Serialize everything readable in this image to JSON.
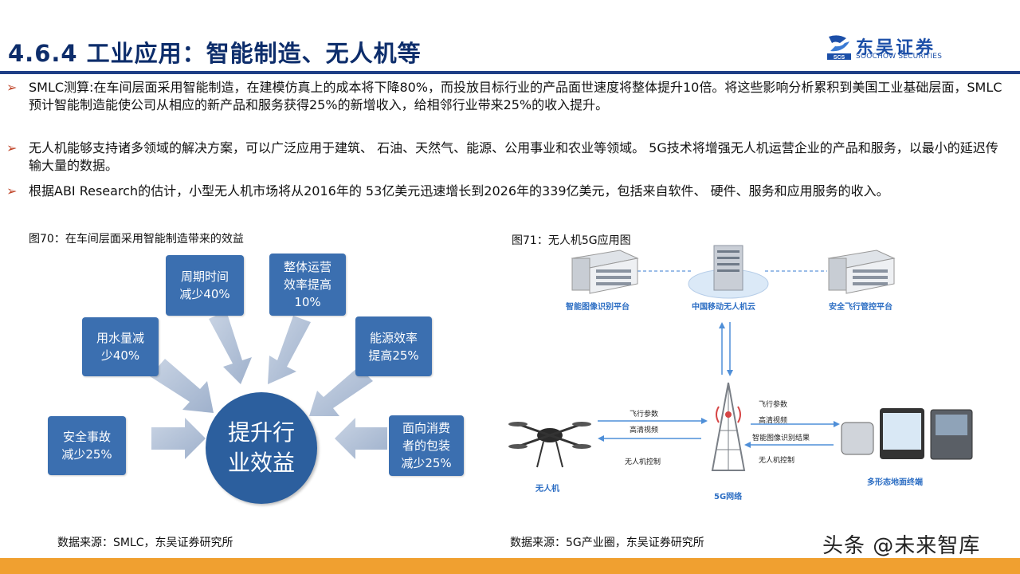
{
  "header": {
    "title": "4.6.4 工业应用：智能制造、无人机等",
    "logo_cn": "东吴证券",
    "logo_en": "SOOCHOW SECURITIES",
    "logo_mark": "SCS"
  },
  "bullets": [
    "SMLC测算:在车间层面采用智能制造，在建模仿真上的成本将下降80%，而投放目标行业的产品面世速度将整体提升10倍。将这些影响分析累积到美国工业基础层面，SMLC预计智能制造能使公司从相应的新产品和服务获得25%的新增收入，给相邻行业带来25%的收入提升。",
    "无人机能够支持诸多领域的解决方案，可以广泛应用于建筑、 石油、天然气、能源、公用事业和农业等领域。 5G技术将增强无人机运营企业的产品和服务，以最小的延迟传输大量的数据。",
    " 根据ABI Research的估计，小型无人机市场将从2016年的 53亿美元迅速增长到2026年的339亿美元，包括来自软件、 硬件、服务和应用服务的收入。"
  ],
  "fig70": {
    "caption": "图70：在车间层面采用智能制造带来的效益",
    "center": [
      "提升行",
      "业效益"
    ],
    "boxes": {
      "safety": [
        "安全事故",
        "减少25%"
      ],
      "water": [
        "用水量减",
        "少40%"
      ],
      "cycle": [
        "周期时间",
        "减少40%"
      ],
      "ops": [
        "整体运营",
        "效率提高",
        "10%"
      ],
      "energy": [
        "能源效率",
        "提高25%"
      ],
      "packaging": [
        "面向消费",
        "者的包装",
        "减少25%"
      ]
    },
    "source": "数据来源：SMLC，东吴证券研究所"
  },
  "fig71": {
    "caption": "图71：无人机5G应用图",
    "nodes": {
      "image_platform": "智能图像识别平台",
      "cloud": "中国移动无人机云",
      "control_platform": "安全飞行管控平台",
      "drone": "无人机",
      "network": "5G网络",
      "terminal": "多形态地面终端"
    },
    "left_link": [
      "飞行参数",
      "高清视频",
      "无人机控制"
    ],
    "right_link": [
      "飞行参数",
      "高清视频",
      "智能图像识别结果",
      "无人机控制"
    ],
    "source": "数据来源：5G产业圈，东吴证券研究所"
  },
  "watermark": "头条 @未来智库",
  "colors": {
    "title": "#0d2d6b",
    "box": "#3b6fb0",
    "circle": "#2c5f9e",
    "accent": "#f0a030",
    "bullet_mark": "#c0462a"
  }
}
